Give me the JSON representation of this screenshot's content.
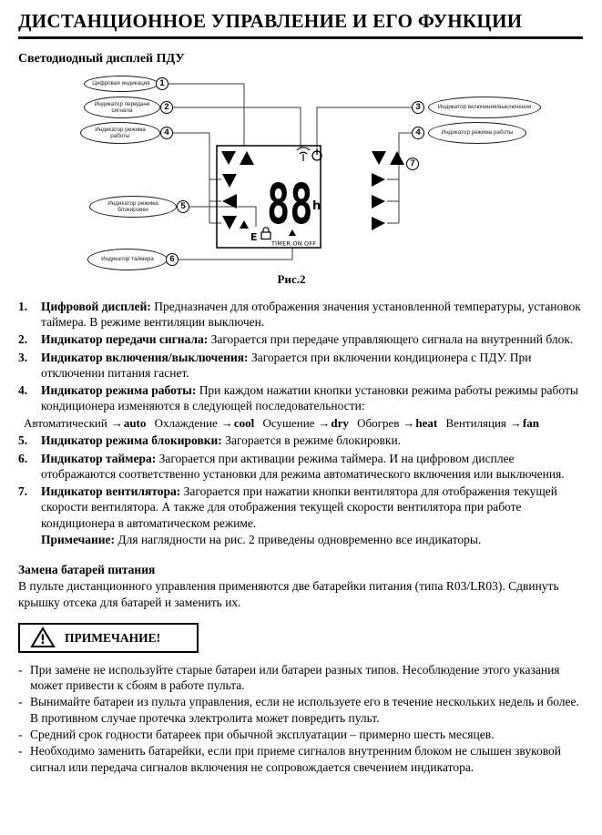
{
  "page": {
    "title": "ДИСТАНЦИОННОЕ УПРАВЛЕНИЕ И ЕГО ФУНКЦИИ",
    "subtitle": "Светодиодный дисплей ПДУ"
  },
  "ui": {
    "arrow": "→",
    "dash": "-"
  },
  "figure": {
    "caption": "Рис.2",
    "callouts": {
      "digital": {
        "num": "1",
        "label": "Цифровая индикация"
      },
      "signal": {
        "num": "2",
        "label": "Индикатор передачи сигнала"
      },
      "mode_left": {
        "num": "4",
        "label": "Индикатор режима работы"
      },
      "lock": {
        "num": "5",
        "label": "Индикатор режима блокировки"
      },
      "timer": {
        "num": "6",
        "label": "Индикатор таймера"
      },
      "power": {
        "num": "3",
        "label": "Индикатор включения/выключения"
      },
      "mode_right": {
        "num": "4",
        "label": "Индикатор режима работы"
      },
      "fan": {
        "num": "7"
      }
    },
    "display": {
      "digits": "88",
      "hours_label": "h",
      "lock_letter": "E",
      "timer_label": "TIMER ON OFF"
    }
  },
  "list": {
    "items": [
      {
        "num": "1.",
        "bold": "Цифровой дисплей:",
        "text": " Предназначен для отображения значения установленной температуры, установок таймера. В режиме вентиляции выключен."
      },
      {
        "num": "2.",
        "bold": "Индикатор передачи сигнала:",
        "text": " Загорается при передаче управляющего сигнала на внутренний блок."
      },
      {
        "num": "3.",
        "bold": "Индикатор включения/выключения:",
        "text": " Загорается при включении кондиционера с ПДУ. При отключении питания гаснет."
      },
      {
        "num": "4.",
        "bold": "Индикатор режима работы:",
        "text": " При каждом нажатии кнопки установки режима работы режимы работы кондиционера изменяются в следующей последовательности:"
      },
      {
        "num": "5.",
        "bold": "Индикатор режима блокировки:",
        "text": " Загорается в режиме блокировки."
      },
      {
        "num": "6.",
        "bold": "Индикатор таймера:",
        "text": " Загорается при активации режима таймера. И на цифровом дисплее отображаются соответственно установки для режима автоматического включения или выключения."
      },
      {
        "num": "7.",
        "bold": "Индикатор вентилятора:",
        "text": " Загорается при нажатии кнопки вентилятора для отображения текущей скорости вентилятора. А также для отображения текущей скорости вентилятора при работе кондиционера в автоматическом режиме."
      }
    ],
    "modes": [
      {
        "name": "Автоматический",
        "code": "auto"
      },
      {
        "name": "Охлаждение",
        "code": "cool"
      },
      {
        "name": "Осушение",
        "code": "dry"
      },
      {
        "name": "Обогрев",
        "code": "heat"
      },
      {
        "name": "Вентиляция",
        "code": "fan"
      }
    ],
    "note": {
      "bold": "Примечание:",
      "text": " Для наглядности на рис. 2 приведены одновременно все индикаторы."
    }
  },
  "battery": {
    "heading": "Замена батарей питания",
    "text": "В пульте дистанционного управления применяются две батарейки питания (типа R03/LR03). Сдвинуть крышку отсека для батарей и заменить их."
  },
  "warning": {
    "icon": "!",
    "title": "ПРИМЕЧАНИЕ!",
    "bullets": [
      {
        "text": "При замене не используйте старые батареи или батареи разных типов. Несоблюдение этого указания может привести к сбоям в работе пульта."
      },
      {
        "text": "Вынимайте батареи из пульта управления, если не используете его в течение нескольких недель и более.",
        "extra": "В противном случае протечка электролита может повредить пульт."
      },
      {
        "text": "Средний срок годности батареек при обычной эксплуатации – примерно шесть месяцев."
      },
      {
        "text": "Необходимо заменить батарейки, если при приеме сигналов внутренним блоком не слышен звуковой сигнал или передача сигналов включения не сопровождается свечением индикатора."
      }
    ]
  }
}
